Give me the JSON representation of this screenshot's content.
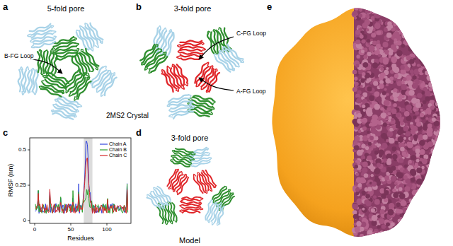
{
  "diagram": {
    "labels": [
      "a",
      "5-fold pore",
      "B-FG Loop",
      "2MS2 Crystal",
      "b",
      "3-fold pore",
      "C-FG Loop",
      "A-FG Loop",
      "e",
      "c",
      "0.5",
      "0.25",
      "0",
      "RMSF (nm)",
      "0",
      "50",
      "100",
      "Residues",
      "d",
      "3-fold pore",
      "Model"
    ],
    "legend": [
      {
        "text": "Chain A"
      },
      {
        "text": "Chain B"
      },
      {
        "text": "Chain C"
      }
    ]
  }
}
